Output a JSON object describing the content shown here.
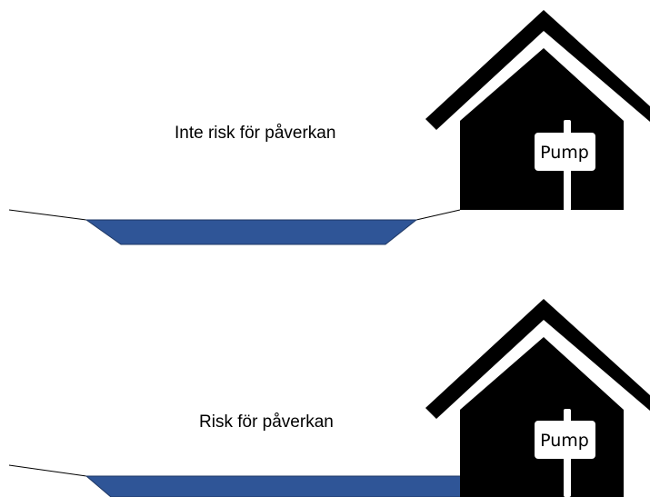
{
  "scenarios": [
    {
      "caption": "Inte risk för påverkan",
      "sign_label": "Pump"
    },
    {
      "caption": "Risk för påverkan",
      "sign_label": "Pump"
    }
  ],
  "colors": {
    "water": "#2f5597",
    "water_outline": "#1f3864",
    "house": "#000000",
    "sign": "#ffffff",
    "ground_line": "#000000"
  },
  "icons": [
    "house-icon",
    "pump-sign-icon"
  ]
}
